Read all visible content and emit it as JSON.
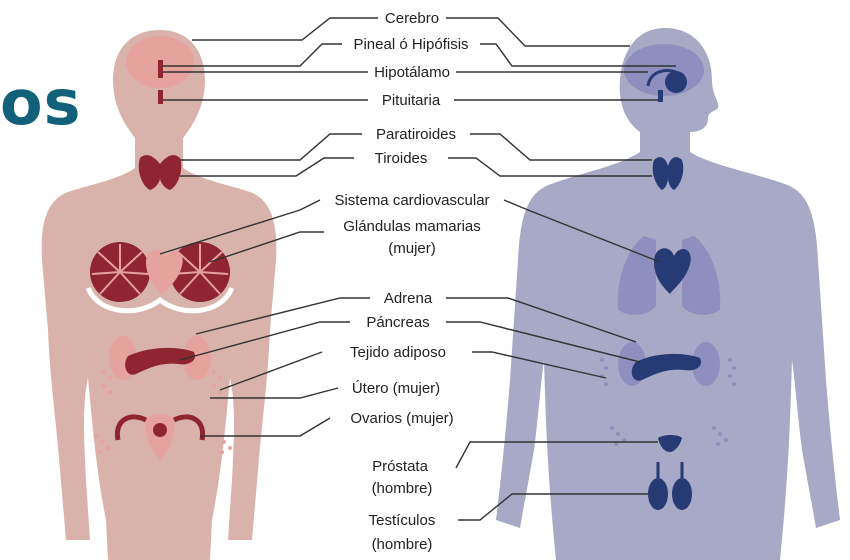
{
  "title_fragment": "os",
  "labels": {
    "cerebro": "Cerebro",
    "pineal": "Pineal ó Hipófisis",
    "hipotalamo": "Hipotálamo",
    "pituitaria": "Pituitaria",
    "paratiroides": "Paratiroides",
    "tiroides": "Tiroides",
    "cardio": "Sistema cardiovascular",
    "mamarias_1": "Glándulas mamarias",
    "mamarias_2": "(mujer)",
    "adrena": "Adrena",
    "pancreas": "Páncreas",
    "adiposo": "Tejido adiposo",
    "utero": "Útero (mujer)",
    "ovarios": "Ovarios (mujer)",
    "prostata_1": "Próstata",
    "prostata_2": "(hombre)",
    "testiculos_1": "Testículos",
    "testiculos_2": "(hombre)"
  },
  "colors": {
    "title": "#12607a",
    "female_body": "#d9b2ab",
    "female_organ_light": "#e6a29c",
    "female_organ_dark": "#8e2530",
    "male_body": "#a7a9c6",
    "male_organ_light": "#8f8fbf",
    "male_organ_dark": "#263a73",
    "leader_line": "#333333"
  }
}
